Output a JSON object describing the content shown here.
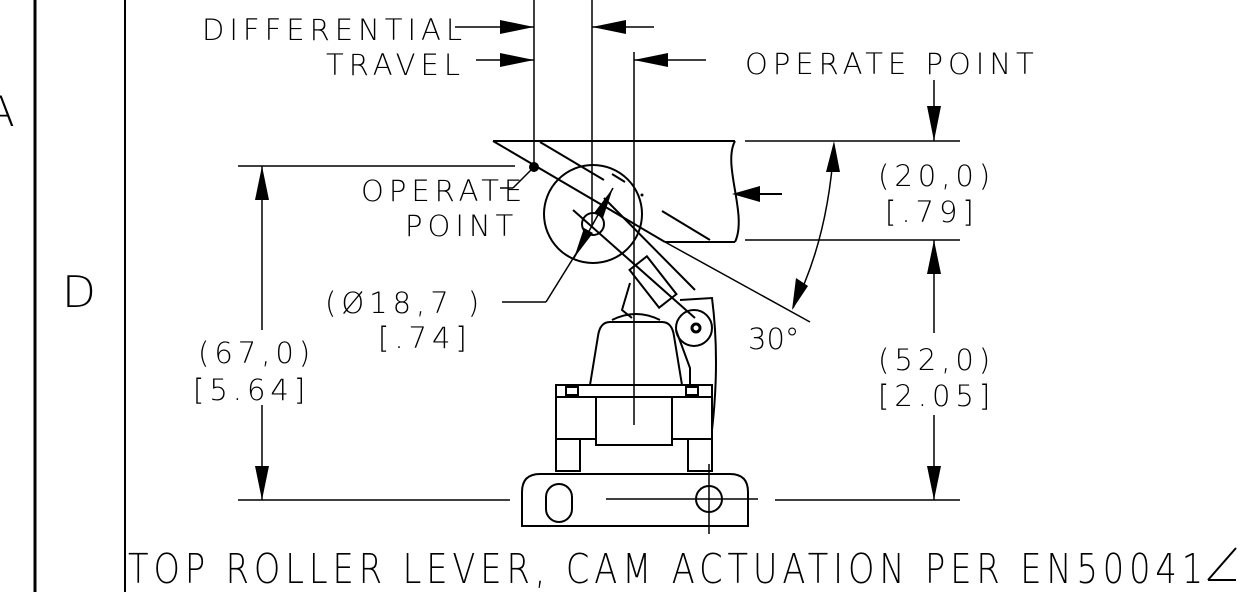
{
  "border": {
    "row_letter_top": "A",
    "row_letter_mid": "D"
  },
  "labels": {
    "differential": "DIFFERENTIAL",
    "travel": "TRAVEL",
    "operate_point_top": "OPERATE POINT",
    "operate": "OPERATE",
    "point": "POINT",
    "dim_20": "(20,0)",
    "dim_20_in": "[.79]",
    "dim_67": "(67,0)",
    "dim_67_in": "[5.64]",
    "dim_52": "(52,0)",
    "dim_52_in": "[2.05]",
    "dim_dia": "(Ø18,7 )",
    "dim_dia_in": "[.74]",
    "angle": "30°"
  },
  "caption": "TOP ROLLER LEVER, CAM ACTUATION PER EN50041"
}
